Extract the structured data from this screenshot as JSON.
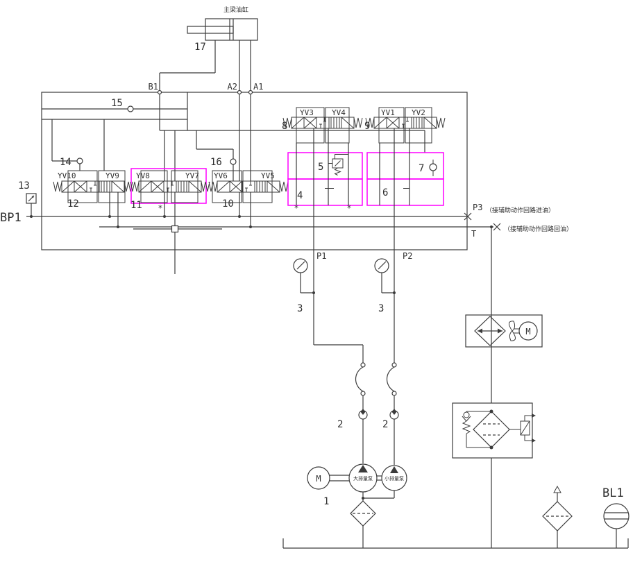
{
  "title": "主梁油缸",
  "colors": {
    "line": "#3b3b3b",
    "highlight": "#ff00ff",
    "background": "#ffffff"
  },
  "ports": {
    "b1": "B1",
    "a2": "A2",
    "a1": "A1",
    "p1": "P1",
    "p2": "P2",
    "p3": "P3",
    "t": "T",
    "bp1": "BP1",
    "bl1": "BL1"
  },
  "notes": {
    "p3": "（接辅助动作回路进油）",
    "t": "（接辅助动作回路回油）"
  },
  "numbers": {
    "c1": "1",
    "c2a": "2",
    "c2b": "2",
    "c3a": "3",
    "c3b": "3",
    "c4": "4",
    "c5": "5",
    "c6": "6",
    "c7": "7",
    "c8": "8",
    "c9": "9",
    "c10": "10",
    "c11": "11",
    "c12": "12",
    "c13": "13",
    "c14": "14",
    "c15": "15",
    "c16": "16",
    "c17": "17"
  },
  "solenoids": {
    "yv1": "YV1",
    "yv2": "YV2",
    "yv3": "YV3",
    "yv4": "YV4",
    "yv5": "YV5",
    "yv6": "YV6",
    "yv7": "YV7",
    "yv8": "YV8",
    "yv9": "YV9",
    "yv10": "YV10"
  },
  "pumps": {
    "large": "大排量泵",
    "small": "小排量泵"
  },
  "motors": {
    "pump_motor": "M",
    "fan_motor": "M"
  },
  "markers": {
    "asterisk": "*"
  }
}
